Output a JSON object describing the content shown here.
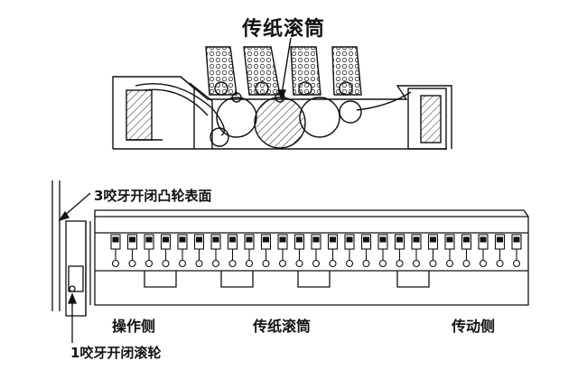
{
  "labels": {
    "title": "传纸滚筒",
    "cam_surface": "3咬牙开闭凸轮表面",
    "operator_side": "操作侧",
    "transfer_cylinder": "传纸滚筒",
    "drive_side": "传动侧",
    "gripper_roller": "1咬牙开闭滚轮"
  },
  "gripper_count": 25
}
